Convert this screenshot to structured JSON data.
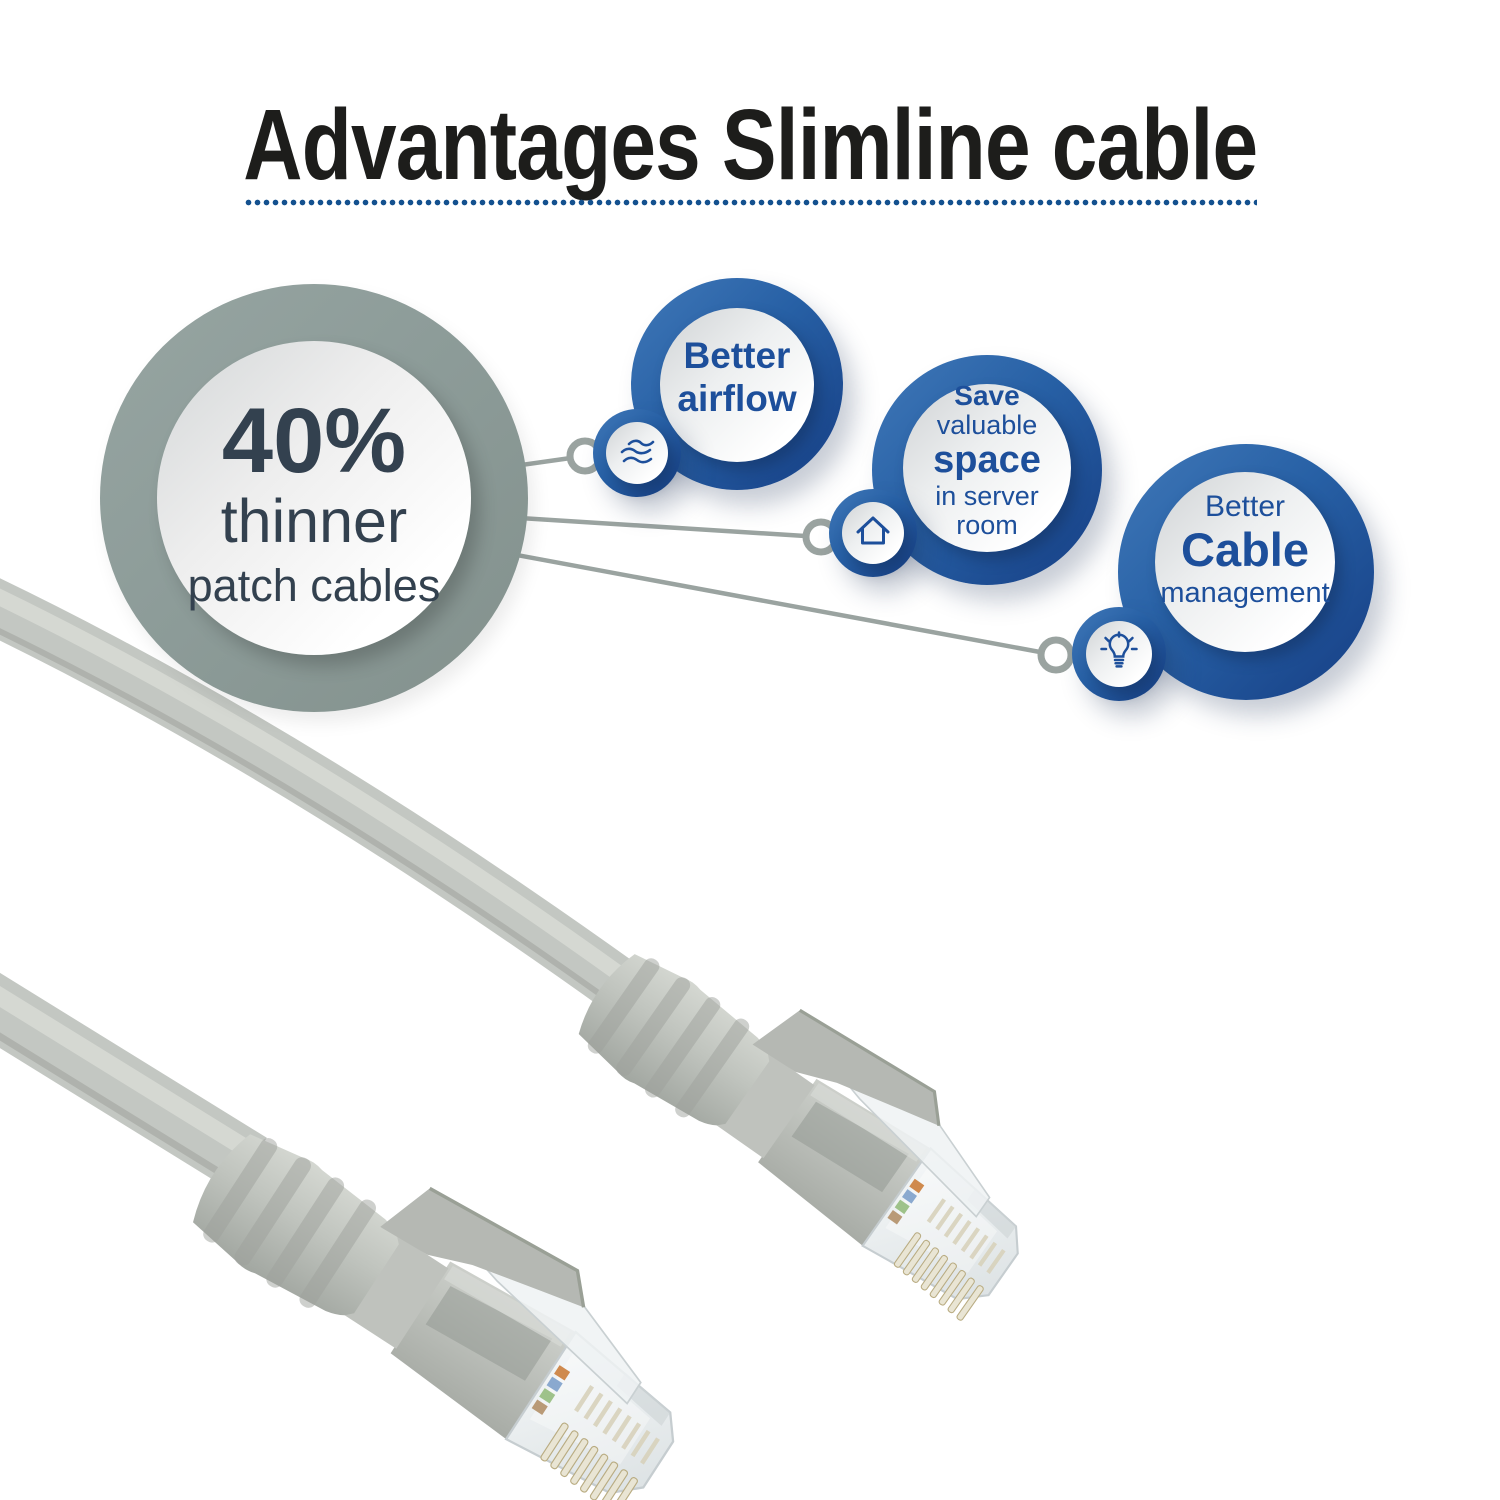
{
  "title": "Advantages Slimline cable",
  "divider": {
    "color": "#14518f",
    "style": "dotted"
  },
  "main_circle": {
    "stat": "40%",
    "sub1": "thinner",
    "sub2": "patch cables"
  },
  "bubbles": [
    {
      "name": "better-airflow",
      "icon": "airflow-waves-icon",
      "lines": [
        "Better",
        "airflow"
      ]
    },
    {
      "name": "save-space",
      "icon": "home-icon",
      "lines": [
        "Save",
        "valuable",
        "space",
        "in server",
        "room"
      ]
    },
    {
      "name": "cable-management",
      "icon": "lightbulb-icon",
      "lines": [
        "Better",
        "Cable",
        "management"
      ]
    }
  ],
  "photo": {
    "subject": "grey-slimline-utp-patch-cable-with-two-rj45-connectors"
  },
  "colors": {
    "title_text": "#1d1d1b",
    "divider_blue": "#14518f",
    "bubble_ring_blue_light": "#4078b8",
    "bubble_ring_blue_dark": "#163e84",
    "bubble_text_blue": "#1d4f9b",
    "main_ring_sage": "#8d9c99",
    "stat_text_slate": "#33414f",
    "connector_line_gray": "#9aa3a0",
    "cable_gray": "#c3c7c2"
  }
}
